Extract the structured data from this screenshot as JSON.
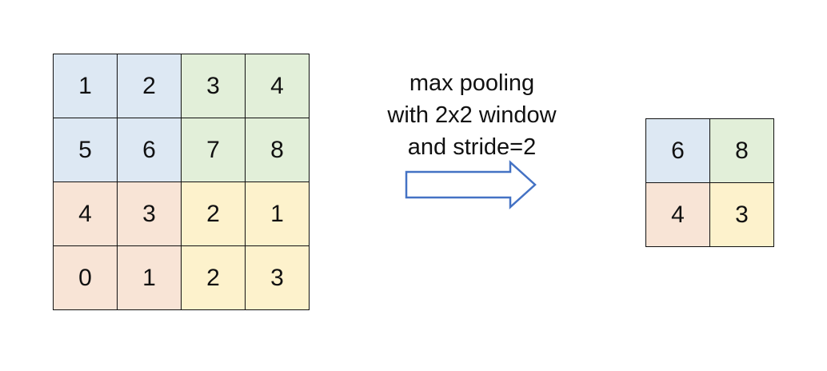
{
  "input_matrix": {
    "rows": [
      [
        "1",
        "2",
        "3",
        "4"
      ],
      [
        "5",
        "6",
        "7",
        "8"
      ],
      [
        "4",
        "3",
        "2",
        "1"
      ],
      [
        "0",
        "1",
        "2",
        "3"
      ]
    ]
  },
  "caption": {
    "line1": "max pooling",
    "line2": "with 2x2 window",
    "line3": "and stride=2"
  },
  "output_matrix": {
    "rows": [
      [
        "6",
        "8"
      ],
      [
        "4",
        "3"
      ]
    ]
  },
  "colors": {
    "top_left_block": "#dde8f3",
    "top_right_block": "#e2efd9",
    "bottom_left_block": "#f8e4d6",
    "bottom_right_block": "#fdf2cc",
    "arrow_outline": "#4472c4"
  }
}
